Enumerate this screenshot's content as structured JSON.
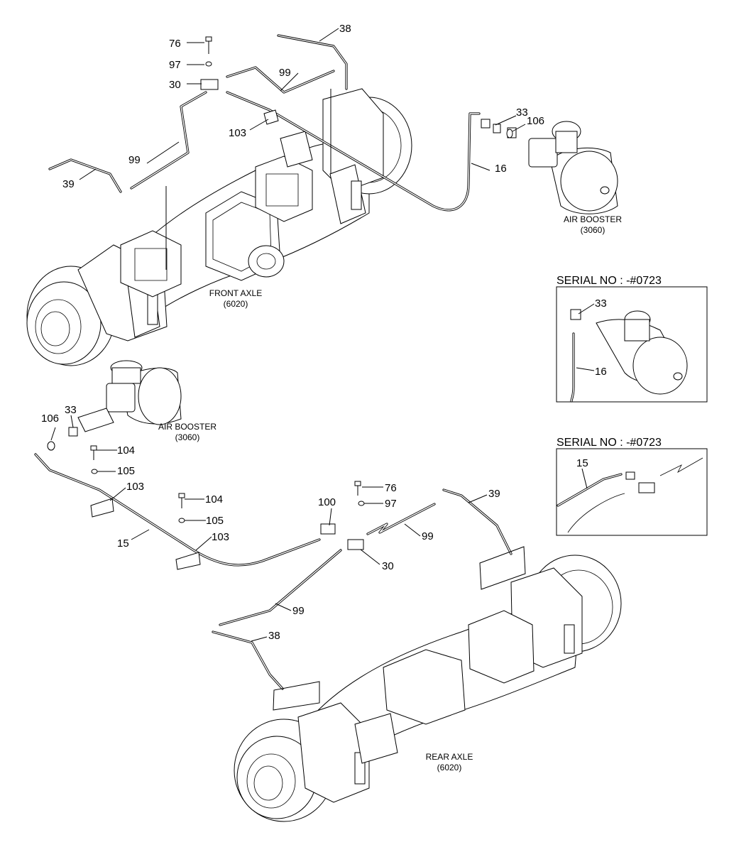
{
  "callouts": {
    "front_76": "76",
    "front_97": "97",
    "front_30": "30",
    "front_38": "38",
    "front_99a": "99",
    "front_99b": "99",
    "front_103": "103",
    "front_39": "39",
    "front_33": "33",
    "front_106": "106",
    "front_16": "16",
    "inset1_33": "33",
    "inset1_16": "16",
    "inset2_15": "15",
    "rear_106": "106",
    "rear_33": "33",
    "rear_104a": "104",
    "rear_105a": "105",
    "rear_103a": "103",
    "rear_15": "15",
    "rear_104b": "104",
    "rear_105b": "105",
    "rear_103b": "103",
    "rear_100": "100",
    "rear_76": "76",
    "rear_97": "97",
    "rear_39": "39",
    "rear_99a": "99",
    "rear_30": "30",
    "rear_99b": "99",
    "rear_38": "38"
  },
  "labels": {
    "air_booster_top": "AIR BOOSTER",
    "air_booster_top_code": "(3060)",
    "front_axle": "FRONT AXLE",
    "front_axle_code": "(6020)",
    "air_booster_mid": "AIR BOOSTER",
    "air_booster_mid_code": "(3060)",
    "rear_axle": "REAR AXLE",
    "rear_axle_code": "(6020)"
  },
  "insets": {
    "serial_1": "SERIAL NO : -#0723",
    "serial_2": "SERIAL NO : -#0723"
  }
}
